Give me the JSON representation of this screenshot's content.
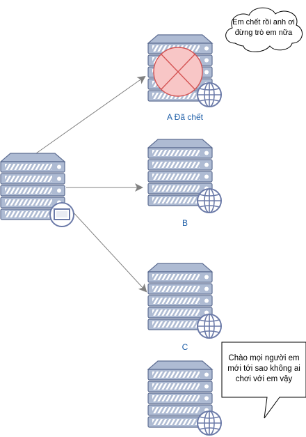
{
  "nodes": {
    "client": {
      "kind": "server-with-monitor"
    },
    "a": {
      "label": "A Đã chết",
      "status": "dead"
    },
    "b": {
      "label": "B",
      "status": "online"
    },
    "c": {
      "label": "C",
      "status": "online"
    },
    "d": {
      "label": "",
      "status": "online"
    }
  },
  "bubbles": {
    "cloud": {
      "line1": "Em chết rồi anh ơi",
      "line2": "đừng trò em nữa"
    },
    "callout": {
      "line1": "Chào mọi người em",
      "line2": "mới tới sao không ai",
      "line3": "chơi với em vậy"
    }
  },
  "colors": {
    "server_fill": "#aebbd3",
    "server_stroke": "#5d6d92",
    "globe": "#6b7aa8",
    "dead_fill": "#f8c6c6",
    "dead_stroke": "#d45353",
    "edge": "#808080",
    "label": "#1f5fa8"
  }
}
